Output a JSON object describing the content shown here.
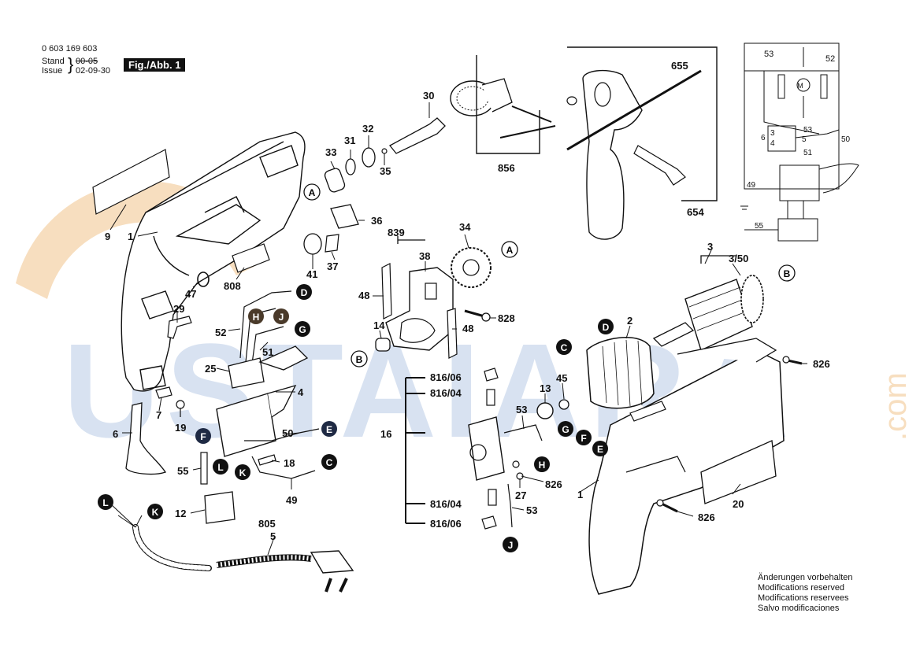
{
  "header": {
    "doc_number": "0 603 169 603",
    "stand_label": "Stand",
    "stand_crossed": "00-05",
    "issue_label": "Issue",
    "issue_date": "02-09-30",
    "figure_label": "Fig./Abb. 1"
  },
  "watermark": {
    "main": "USTAIARA",
    "suffix": ".com",
    "color": "#b8cbe6",
    "orange": "#f1c48a"
  },
  "notes": [
    "Änderungen vorbehalten",
    "Modifications reserved",
    "Modifications reservees",
    "Salvo modificaciones"
  ],
  "callouts": {
    "n9": "9",
    "n1a": "1",
    "n47": "47",
    "n808": "808",
    "n29": "29",
    "n52": "52",
    "n51": "51",
    "n25": "25",
    "n4": "4",
    "n7": "7",
    "n19": "19",
    "n6": "6",
    "n50": "50",
    "n18": "18",
    "n55": "55",
    "n49": "49",
    "n12": "12",
    "n805": "805",
    "n5": "5",
    "n33": "33",
    "n31": "31",
    "n32": "32",
    "n35": "35",
    "n30": "30",
    "n856": "856",
    "n655": "655",
    "n654": "654",
    "n36": "36",
    "n41": "41",
    "n37": "37",
    "n839": "839",
    "n38": "38",
    "n34": "34",
    "n48a": "48",
    "n48b": "48",
    "n14": "14",
    "n828": "828",
    "n3": "3",
    "n350": "3/50",
    "n2": "2",
    "n826a": "826",
    "n826b": "826",
    "n826c": "826",
    "n13": "13",
    "n45": "45",
    "n53a": "53",
    "n53b": "53",
    "n16": "16",
    "n81606a": "816/06",
    "n81604a": "816/04",
    "n81604b": "816/04",
    "n81606b": "816/06",
    "n27": "27",
    "n1b": "1",
    "n20": "20",
    "c53": "53",
    "c52": "52",
    "c6": "6",
    "c3": "3",
    "c4": "4",
    "c5": "5",
    "c53b": "53",
    "c51": "51",
    "c50": "50",
    "c49": "49",
    "c55": "55"
  },
  "markers": {
    "A1": "A",
    "A2": "A",
    "B1": "B",
    "B2": "B",
    "C1": "C",
    "C2": "C",
    "D1": "D",
    "D2": "D",
    "E1": "E",
    "E2": "E",
    "F1": "F",
    "F2": "F",
    "G1": "G",
    "G2": "G",
    "H1": "H",
    "H2": "H",
    "J1": "J",
    "J2": "J",
    "K1": "K",
    "K2": "K",
    "L1": "L",
    "L2": "L"
  }
}
